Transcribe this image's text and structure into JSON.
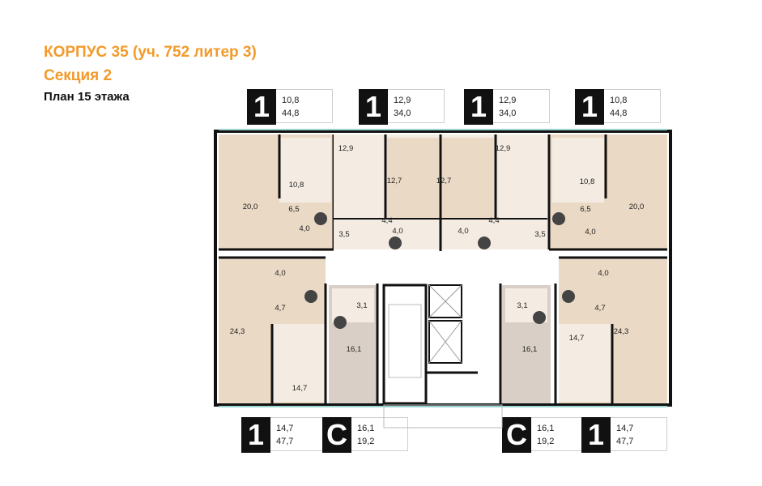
{
  "header": {
    "building": "КОРПУС 35 (уч. 752 литер 3)",
    "section": "Секция 2",
    "floor_plan": "План 15 этажа"
  },
  "colors": {
    "title": "#f39a2b",
    "apartment_fill": "#ead9c5",
    "room_fill": "#f4ece2",
    "wall": "#111111",
    "badge": "#111111"
  },
  "apartments_top": [
    {
      "type": "1",
      "living": "10,8",
      "total": "44,8"
    },
    {
      "type": "1",
      "living": "12,9",
      "total": "34,0"
    },
    {
      "type": "1",
      "living": "12,9",
      "total": "34,0"
    },
    {
      "type": "1",
      "living": "10,8",
      "total": "44,8"
    }
  ],
  "apartments_bottom": [
    {
      "type": "1",
      "living": "14,7",
      "total": "47,7"
    },
    {
      "type": "С",
      "living": "16,1",
      "total": "19,2"
    },
    {
      "type": "С",
      "living": "16,1",
      "total": "19,2"
    },
    {
      "type": "1",
      "living": "14,7",
      "total": "47,7"
    }
  ],
  "room_labels": [
    "20,0",
    "10,8",
    "6,5",
    "4,0",
    "3,5",
    "12,9",
    "12,7",
    "4,4",
    "4,0",
    "12,7",
    "4,0",
    "4,4",
    "12,9",
    "3,5",
    "10,8",
    "6,5",
    "4,0",
    "20,0",
    "4,0",
    "4,7",
    "24,3",
    "14,7",
    "3,1",
    "16,1",
    "3,1",
    "16,1",
    "4,0",
    "4,7",
    "14,7",
    "24,3"
  ]
}
